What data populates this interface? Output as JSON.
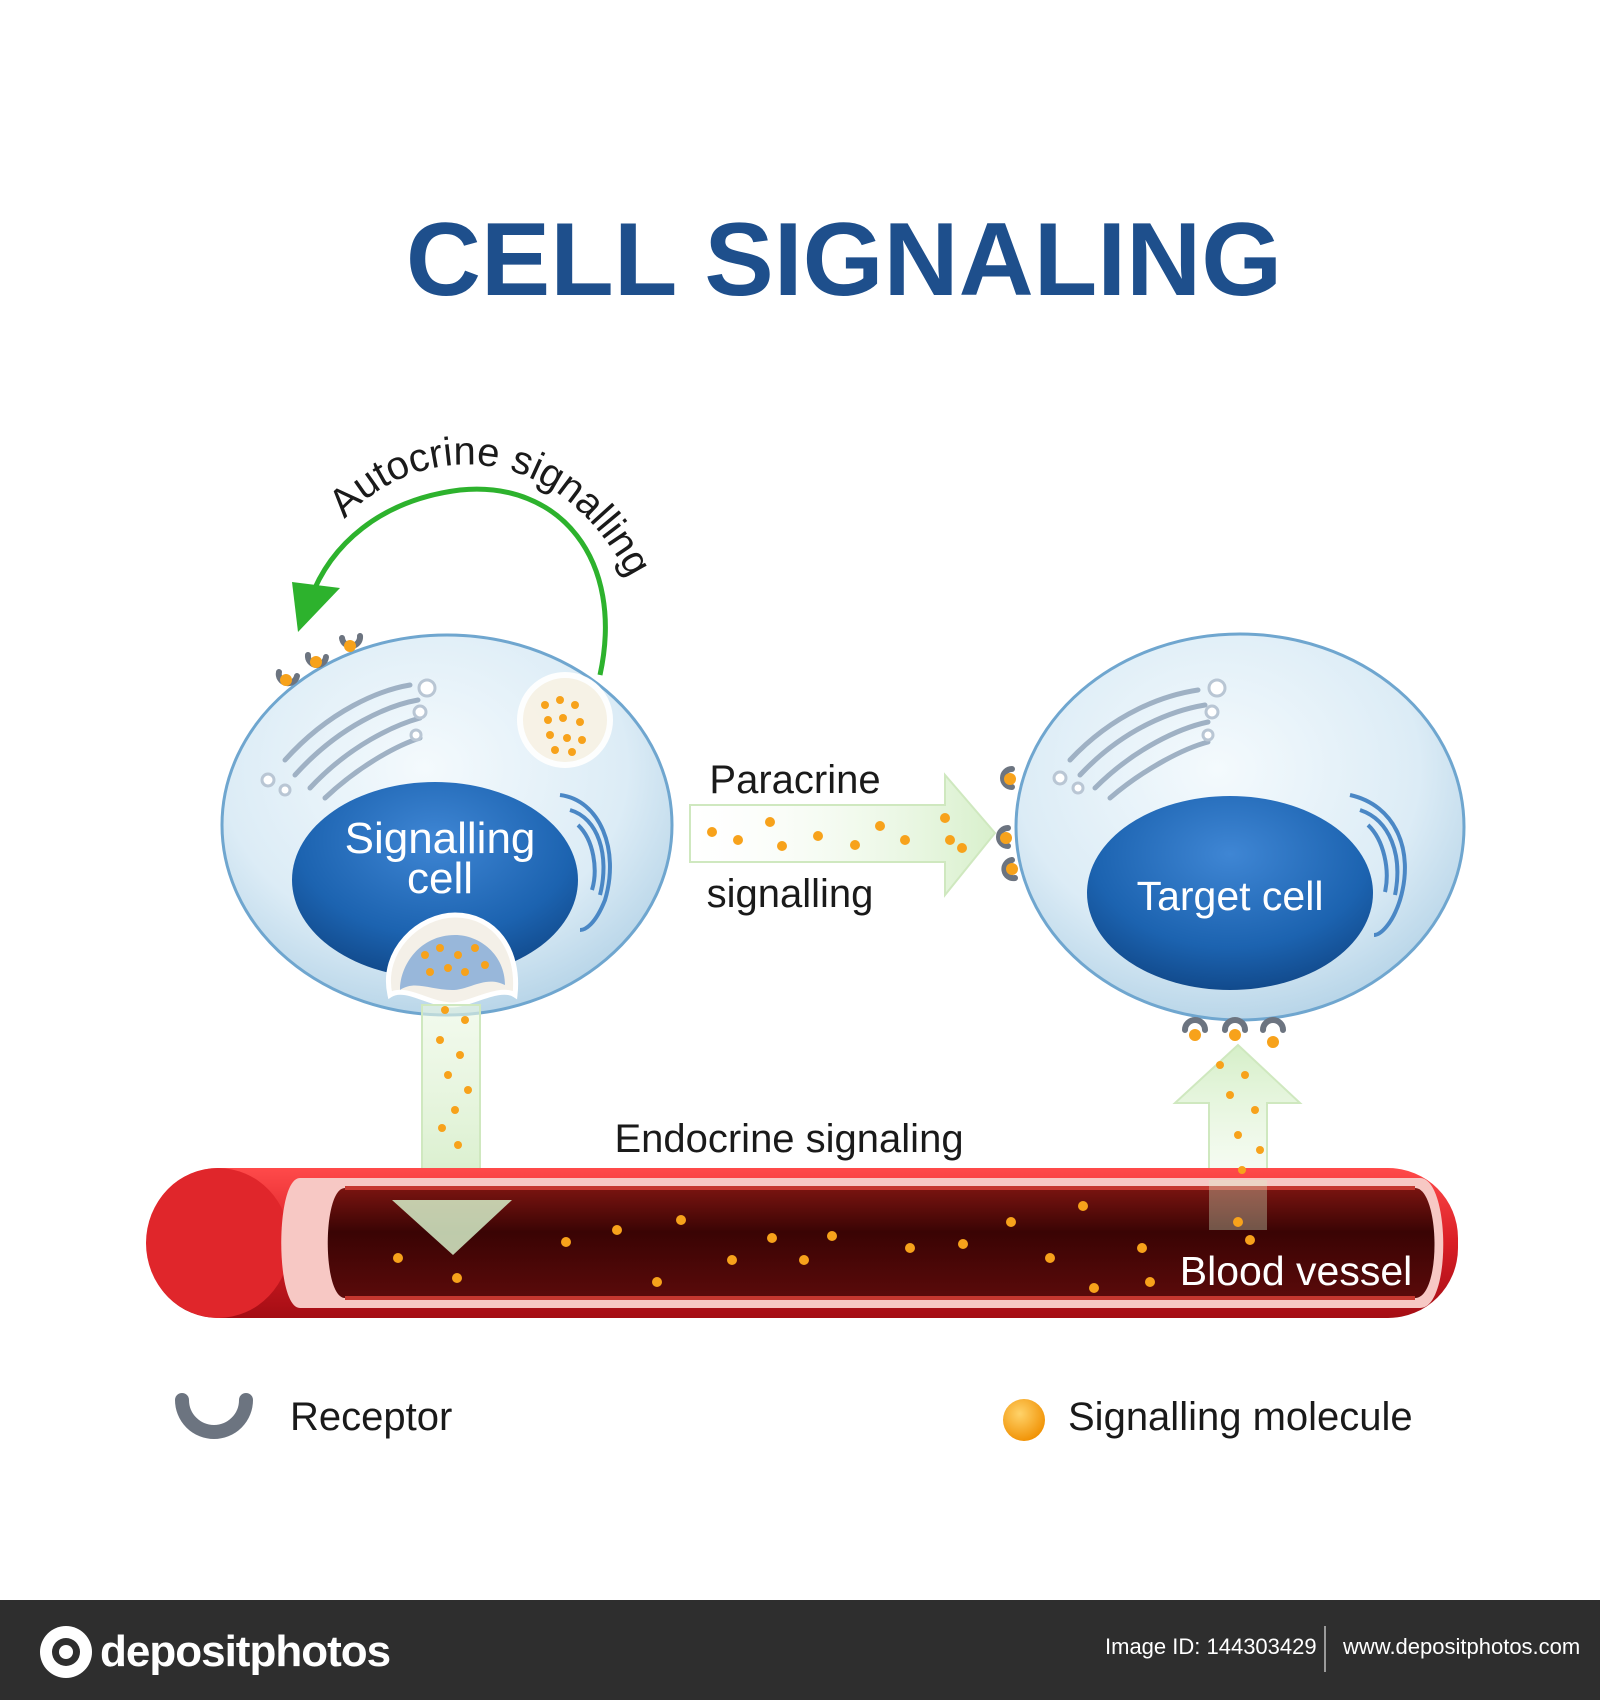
{
  "title": "CELL SIGNALING",
  "labels": {
    "autocrine": "Autocrine signalling",
    "paracrine_line1": "Paracrine",
    "paracrine_line2": "signalling",
    "signalling_cell_line1": "Signalling",
    "signalling_cell_line2": "cell",
    "target_cell": "Target cell",
    "endocrine": "Endocrine signaling",
    "blood_vessel": "Blood vessel"
  },
  "legend": {
    "receptor": "Receptor",
    "molecule": "Signalling molecule"
  },
  "footer": {
    "brand": "depositphotos",
    "image_id": "Image ID: 144303429",
    "site": "www.depositphotos.com"
  },
  "colors": {
    "title": "#1e4f8c",
    "autocrine_arrow": "#2db22d",
    "nucleus": "#1c63b0",
    "cell_body": "#dbecf6",
    "molecule": "#f7a21b",
    "receptor": "#6c7480",
    "vessel_wall": "#d91e25",
    "vessel_lumen": "#4a0606",
    "flow_arrow": "#e6f5dc"
  }
}
